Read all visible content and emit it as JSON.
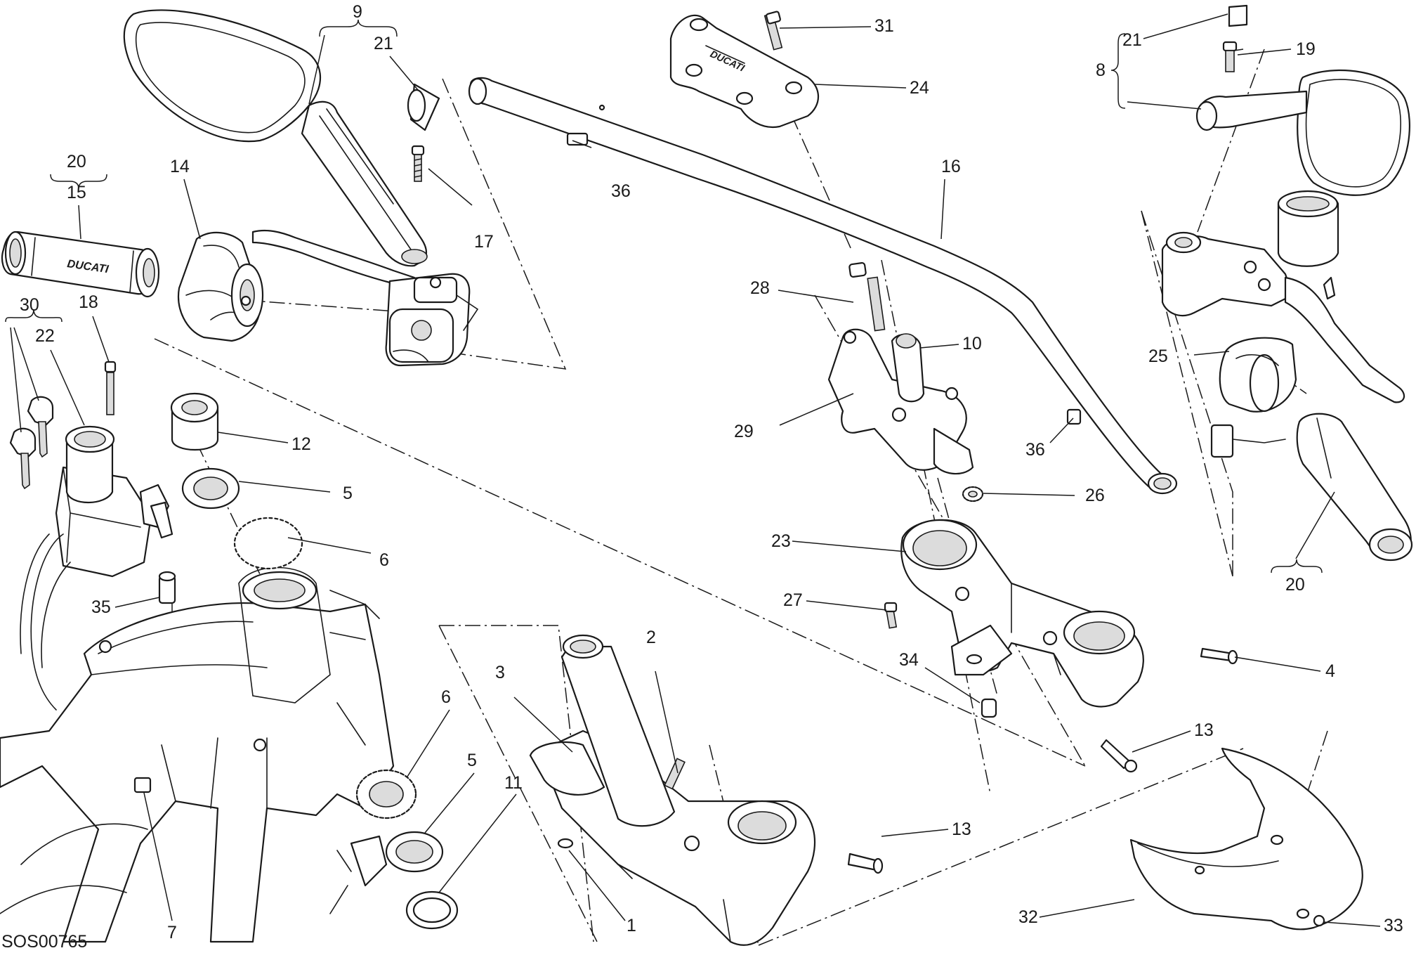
{
  "drawing_code": "SOS00765",
  "callouts": [
    {
      "label": "9"
    },
    {
      "label": "21"
    },
    {
      "label": "17"
    },
    {
      "label": "20"
    },
    {
      "label": "15"
    },
    {
      "label": "14"
    },
    {
      "label": "30"
    },
    {
      "label": "22"
    },
    {
      "label": "18"
    },
    {
      "label": "12"
    },
    {
      "label": "5"
    },
    {
      "label": "6"
    },
    {
      "label": "35"
    },
    {
      "label": "6"
    },
    {
      "label": "5"
    },
    {
      "label": "11"
    },
    {
      "label": "7"
    },
    {
      "label": "3"
    },
    {
      "label": "2"
    },
    {
      "label": "1"
    },
    {
      "label": "36"
    },
    {
      "label": "31"
    },
    {
      "label": "24"
    },
    {
      "label": "16"
    },
    {
      "label": "28"
    },
    {
      "label": "10"
    },
    {
      "label": "29"
    },
    {
      "label": "36"
    },
    {
      "label": "26"
    },
    {
      "label": "23"
    },
    {
      "label": "27"
    },
    {
      "label": "34"
    },
    {
      "label": "13"
    },
    {
      "label": "13"
    },
    {
      "label": "4"
    },
    {
      "label": "32"
    },
    {
      "label": "33"
    },
    {
      "label": "21"
    },
    {
      "label": "19"
    },
    {
      "label": "8"
    },
    {
      "label": "25"
    },
    {
      "label": "20"
    }
  ],
  "parts": [
    {
      "name": "left-mirror-icon"
    },
    {
      "name": "right-mirror-icon"
    },
    {
      "name": "handlebar-icon"
    },
    {
      "name": "handlebar-clamp-icon"
    },
    {
      "name": "left-grip-icon"
    },
    {
      "name": "left-switch-icon"
    },
    {
      "name": "clutch-lever-icon"
    },
    {
      "name": "ignition-switch-icon"
    },
    {
      "name": "key-icon"
    },
    {
      "name": "frame-icon"
    },
    {
      "name": "steering-bearing-icon"
    },
    {
      "name": "lower-yoke-icon"
    },
    {
      "name": "upper-yoke-icon"
    },
    {
      "name": "riser-icon"
    },
    {
      "name": "brake-master-cylinder-icon"
    },
    {
      "name": "right-switch-icon"
    },
    {
      "name": "throttle-grip-icon"
    },
    {
      "name": "headlight-cover-icon"
    }
  ]
}
